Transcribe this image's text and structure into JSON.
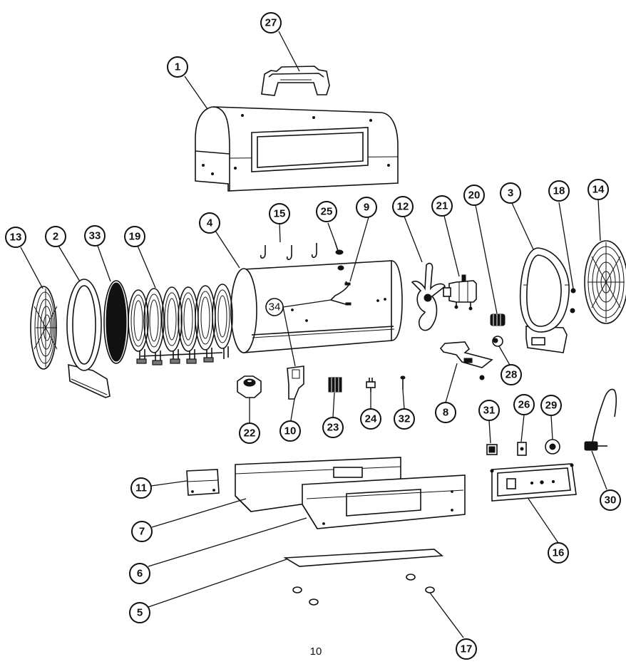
{
  "page_number": "10",
  "callouts": {
    "c1": "1",
    "c2": "2",
    "c3": "3",
    "c4": "4",
    "c5": "5",
    "c6": "6",
    "c7": "7",
    "c8": "8",
    "c9": "9",
    "c10": "10",
    "c11": "11",
    "c12": "12",
    "c13": "13",
    "c14": "14",
    "c15": "15",
    "c16": "16",
    "c17": "17",
    "c18": "18",
    "c19": "19",
    "c20": "20",
    "c21": "21",
    "c22": "22",
    "c23": "23",
    "c24": "24",
    "c25": "25",
    "c26": "26",
    "c27": "27",
    "c28": "28",
    "c29": "29",
    "c30": "30",
    "c31": "31",
    "c32": "32",
    "c33": "33",
    "c34": "34"
  }
}
